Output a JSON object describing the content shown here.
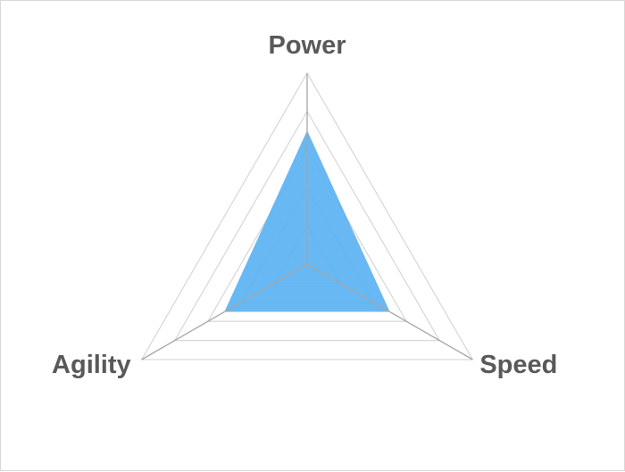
{
  "chart_data": {
    "type": "radar",
    "axes": [
      "Power",
      "Speed",
      "Agility"
    ],
    "series": [
      {
        "values": [
          3.5,
          2.5,
          2.5
        ]
      }
    ],
    "rmax": 5,
    "rings": 5,
    "grid": true,
    "title": "",
    "fill_color": "#5bb2f2",
    "grid_color": "#d9d9d9",
    "spoke_color": "#a6a6a6",
    "label_color": "#595959"
  }
}
